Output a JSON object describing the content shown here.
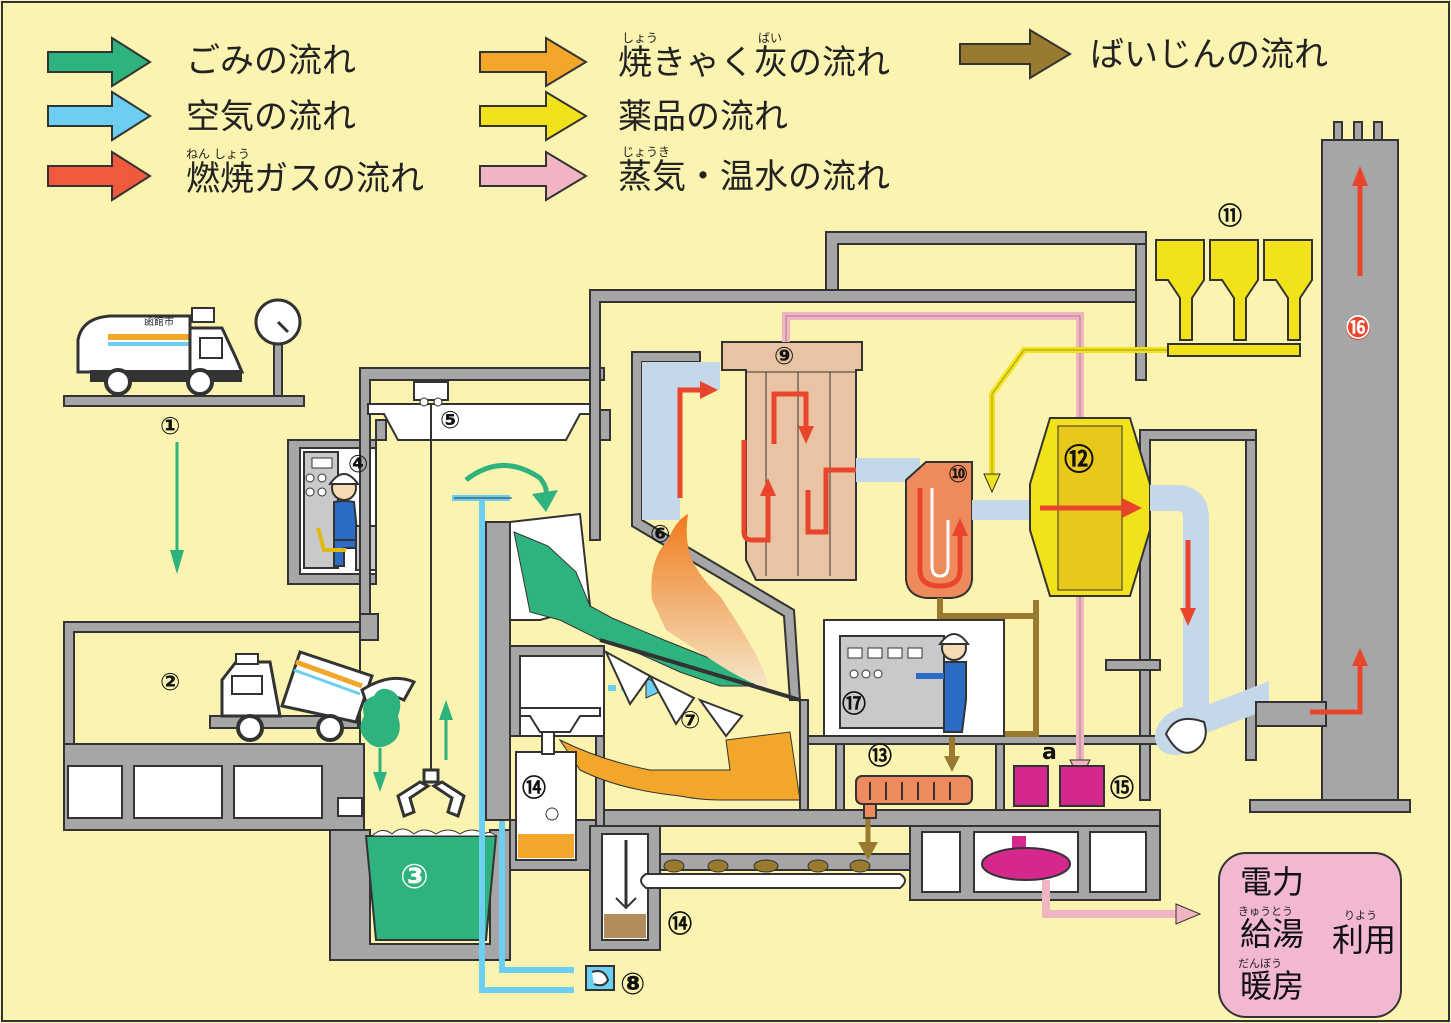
{
  "legend": {
    "garbage": {
      "label": "ごみの流れ",
      "color": "#2fb37e"
    },
    "air": {
      "label": "空気の流れ",
      "color": "#6ccff2"
    },
    "combustion_gas": {
      "label": "燃焼ガスの流れ",
      "ruby": "ねん しょう",
      "color": "#ef5a3c"
    },
    "ash": {
      "label": "焼きゃく灰の流れ",
      "ruby_sho": "しょう",
      "ruby_bai": "ばい",
      "color": "#f2a62a"
    },
    "chemicals": {
      "label": "薬品の流れ",
      "color": "#f2e21a"
    },
    "steam": {
      "label": "蒸気・温水の流れ",
      "ruby": "じょうき",
      "color": "#f0b4c2"
    },
    "dust": {
      "label": "ばいじんの流れ",
      "color": "#9a7a2e"
    }
  },
  "markers": {
    "n1": "①",
    "n2": "②",
    "n3": "③",
    "n4": "④",
    "n5": "⑤",
    "n6": "⑥",
    "n7": "⑦",
    "n8": "⑧",
    "n9": "⑨",
    "n10": "⑩",
    "n11": "⑪",
    "n12": "⑫",
    "n13": "⑬",
    "n14a": "⑭",
    "n14b": "⑭",
    "n15": "⑮",
    "n16": "⑯",
    "n17": "⑰",
    "a": "a"
  },
  "truck_logo": "函館市",
  "utilization": {
    "power": "電力",
    "hot_water": "給湯",
    "hot_water_ruby": "きゅうとう",
    "heating": "暖房",
    "heating_ruby": "だんぼう",
    "use": "利用",
    "use_ruby": "りよう"
  },
  "colors": {
    "background": "#fbf3b0",
    "wall": "#a6a6a6",
    "garbage": "#2fb37e",
    "air": "#6ccff2",
    "gas": "#e8452c",
    "ash": "#f2a62a",
    "chemical": "#f2e21a",
    "steam": "#f0b4c2",
    "dust": "#9a7a2e",
    "boiler": "#e8c4a4",
    "generator": "#d4288c"
  }
}
